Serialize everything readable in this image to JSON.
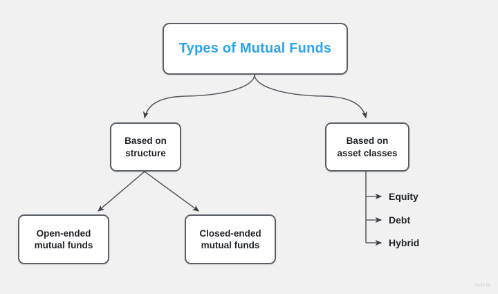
{
  "diagram": {
    "title_node": {
      "text": "Types of Mutual Funds",
      "color": "#2ba3ee"
    },
    "nodes": [
      {
        "id": "structure",
        "text": "Based on\nstructure"
      },
      {
        "id": "asset",
        "text": "Based on\nasset classes"
      },
      {
        "id": "open",
        "text": "Open-ended\nmutual funds"
      },
      {
        "id": "closed",
        "text": "Closed-ended\nmutual funds"
      }
    ],
    "branch_labels": [
      {
        "id": "equity",
        "text": "Equity"
      },
      {
        "id": "debt",
        "text": "Debt"
      },
      {
        "id": "hybrid",
        "text": "Hybrid"
      }
    ],
    "colors": {
      "background": "#f1f1f1",
      "node_fill": "#ffffff",
      "node_border": "#5a5f66",
      "node_text": "#1f2226",
      "edge": "#5a5f66",
      "title_text": "#2ba3ee",
      "watermark": "#dcdcdc"
    }
  },
  "watermark": {
    "text": "miro"
  }
}
